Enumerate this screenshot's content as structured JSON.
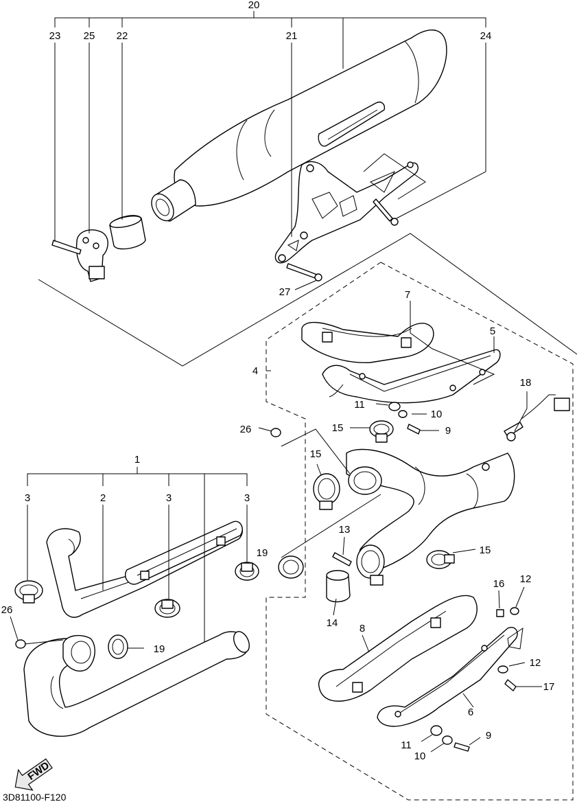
{
  "diagram": {
    "callouts": {
      "c20": "20",
      "c23": "23",
      "c25": "25",
      "c22": "22",
      "c21": "21",
      "c24": "24",
      "c27": "27",
      "c7": "7",
      "c5": "5",
      "c4": "4",
      "c18": "18",
      "c11a": "11",
      "c10a": "10",
      "c26a": "26",
      "c15a": "15",
      "c9a": "9",
      "c15b": "15",
      "c1": "1",
      "c3a": "3",
      "c2": "2",
      "c3b": "3",
      "c3c": "3",
      "c13": "13",
      "c19a": "19",
      "c15c": "15",
      "c16": "16",
      "c12a": "12",
      "c14": "14",
      "c26b": "26",
      "c19b": "19",
      "c8": "8",
      "c12b": "12",
      "c17": "17",
      "c6": "6",
      "c9b": "9",
      "c11b": "11",
      "c10b": "10"
    },
    "fwd_label": "FWD",
    "code": "3D81100-F120"
  }
}
